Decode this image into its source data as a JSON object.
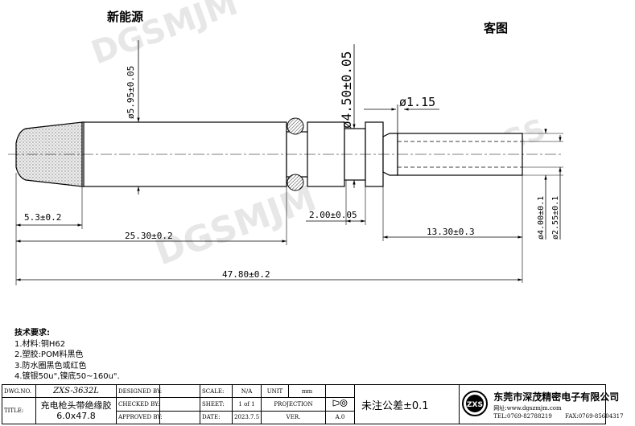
{
  "header": {
    "left_title": "新能源",
    "right_title": "客图"
  },
  "drawing": {
    "dimensions": {
      "dia_595": "ø5.95±0.05",
      "dia_450": "ø4.50±0.05",
      "dia_115": "ø1.15",
      "len_53": "5.3±0.2",
      "len_2530": "25.30±0.2",
      "len_200": "2.00±0.05",
      "len_1330": "13.30±0.3",
      "len_4780": "47.80±0.2",
      "dia_400": "ø4.00±0.1",
      "dia_255": "ø2.55±0.1"
    }
  },
  "notes": {
    "title": "技术要求:",
    "items": [
      "1.材料:铜H62",
      "2.塑胶:POM料黑色",
      "3.防水圈黑色或红色",
      "4.镀银50u\",镍底50~160u\"."
    ]
  },
  "title_block": {
    "dwg_no_label": "DWG.NO.",
    "dwg_no": "ZXS-3632L",
    "title_label": "TITLE:",
    "title_line1": "充电枪头带绝缘胶",
    "title_line2": "6.0x47.8",
    "designed_by": "DESIGNED BY:",
    "checked_by": "CHECKED BY:",
    "approved_by": "APPROVED BY:",
    "scale_label": "SCALE:",
    "scale": "N/A",
    "unit_label": "UNIT",
    "unit": "mm",
    "sheet_label": "SHEET:",
    "sheet": "1 of 1",
    "projection_label": "PROJECTION",
    "date_label": "DATE:",
    "date": "2023.7.5",
    "ver_label": "VER.",
    "ver": "A.0",
    "tolerance_note": "未注公差±0.1",
    "company_logo": "ZXS",
    "company_name": "东莞市深茂精密电子有限公司",
    "web": "网址:www.dgszmjm.com",
    "tel": "TEL:0769-82788219",
    "fax": "FAX:0769-85604317"
  },
  "icons": [
    "projection-symbol-icon",
    "company-logo-icon"
  ]
}
